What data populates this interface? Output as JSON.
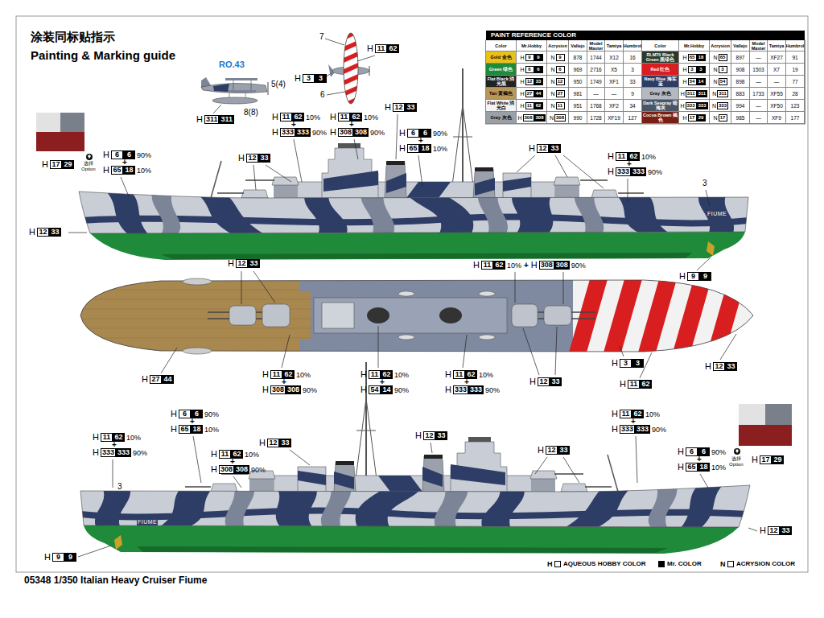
{
  "diagram": {
    "title": "涂装同标贴指示",
    "caption": "05348 1/350 Italian Heavy Cruiser Fiume",
    "labels": [
      "Painting & Marking guide",
      "RO.43",
      "5(4)",
      "8(8)",
      "H",
      "311",
      "311",
      "7",
      "H",
      "11",
      "62",
      "H",
      "3",
      "3",
      "6",
      "PAINT REFERENCE COLOR",
      "Color",
      "Mr.Hobby",
      "Acrysion",
      "Vallejo",
      "Model Master",
      "Tamiya",
      "Humbrol",
      "Color",
      "Mr.Hobby",
      "Acrysion",
      "Vallejo",
      "Model Master",
      "Tamiya",
      "Humbrol",
      "H",
      "9",
      "9",
      "N",
      "9",
      "878",
      "1744",
      "X12",
      "16",
      "H",
      "65",
      "18",
      "N",
      "65",
      "897",
      "—",
      "XF27",
      "91",
      "H",
      "6",
      "6",
      "N",
      "6",
      "969",
      "2716",
      "X5",
      "3",
      "H",
      "3",
      "3",
      "N",
      "3",
      "908",
      "1503",
      "X7",
      "19",
      "H",
      "12",
      "33",
      "N",
      "12",
      "950",
      "1749",
      "XF1",
      "33",
      "H",
      "54",
      "14",
      "N",
      "54",
      "898",
      "—",
      "—",
      "77",
      "H",
      "27",
      "44",
      "N",
      "27",
      "981",
      "—",
      "—",
      "9",
      "H",
      "311",
      "311",
      "N",
      "311",
      "883",
      "1733",
      "XF55",
      "28",
      "H",
      "11",
      "62",
      "N",
      "11",
      "951",
      "1768",
      "XF2",
      "34",
      "H",
      "333",
      "333",
      "N",
      "333",
      "994",
      "—",
      "XF50",
      "123",
      "H",
      "308",
      "308",
      "N",
      "308",
      "990",
      "1728",
      "XF19",
      "127",
      "H",
      "17",
      "29",
      "N",
      "17",
      "985",
      "—",
      "XF9",
      "177",
      "H",
      "17",
      "29",
      "选择",
      "Option",
      "H",
      "6",
      "6",
      "90%",
      "+",
      "H",
      "65",
      "18",
      "10%",
      "H",
      "11",
      "62",
      "10%",
      "+",
      "H",
      "333",
      "333",
      "90%",
      "H",
      "11",
      "62",
      "10%",
      "+",
      "H",
      "308",
      "308",
      "90%",
      "H",
      "12",
      "33",
      "H",
      "6",
      "6",
      "90%",
      "+",
      "H",
      "65",
      "18",
      "10%",
      "H",
      "12",
      "33",
      "H",
      "12",
      "33",
      "H",
      "11",
      "62",
      "10%",
      "+",
      "H",
      "333",
      "333",
      "90%",
      "3",
      "FIUME",
      "H",
      "12",
      "33",
      "H",
      "9",
      "9",
      "H",
      "12",
      "33",
      "H",
      "11",
      "62",
      "10%",
      "+",
      "H",
      "308",
      "308",
      "90%",
      "H",
      "27",
      "44",
      "H",
      "11",
      "62",
      "10%",
      "+",
      "H",
      "308",
      "308",
      "90%",
      "H",
      "11",
      "62",
      "10%",
      "+",
      "H",
      "54",
      "14",
      "90%",
      "H",
      "11",
      "62",
      "10%",
      "+",
      "H",
      "333",
      "333",
      "90%",
      "H",
      "12",
      "33",
      "H",
      "3",
      "3",
      "H",
      "11",
      "62",
      "H",
      "12",
      "33",
      "H",
      "6",
      "6",
      "90%",
      "+",
      "H",
      "65",
      "18",
      "10%",
      "H",
      "11",
      "62",
      "10%",
      "+",
      "H",
      "333",
      "333",
      "90%",
      "H",
      "11",
      "62",
      "10%",
      "+",
      "H",
      "308",
      "308",
      "90%",
      "H",
      "12",
      "33",
      "H",
      "12",
      "33",
      "H",
      "12",
      "33",
      "H",
      "11",
      "62",
      "10%",
      "+",
      "H",
      "333",
      "333",
      "90%",
      "H",
      "6",
      "6",
      "90%",
      "+",
      "H",
      "65",
      "18",
      "10%",
      "选择",
      "Option",
      "H",
      "17",
      "29",
      "3",
      "FIUME",
      "H",
      "12",
      "33",
      "H",
      "9",
      "9",
      "H",
      "N"
    ],
    "legend": [
      {
        "text": "Gold 金色",
        "color": "#e8c21a"
      },
      {
        "text": "Green 绿色",
        "color": "#1f8a3a"
      },
      {
        "text": "Flat Black 消光黑",
        "color": "#222222"
      },
      {
        "text": "Tan 黄褐色",
        "color": "#b8975a"
      },
      {
        "text": "Flat White 消光白",
        "color": "#f4f4f4"
      },
      {
        "text": "Gray 灰色",
        "color": "#9aa0a8"
      },
      {
        "text": "RLM70 Black Green 黑绿色",
        "color": "#2c3a2a"
      },
      {
        "text": "Red 红色",
        "color": "#d81e1e"
      },
      {
        "text": "Navy Blue 海军蓝",
        "color": "#2e3d66"
      },
      {
        "text": "Gray 灰色",
        "color": "#b4b9c1"
      },
      {
        "text": "Dark Seagray 暗海灰",
        "color": "#4b5563"
      },
      {
        "text": "Cocoa Brown 褐色",
        "color": "#7a1f14"
      },
      {
        "text": "AQUEOUS HOBBY COLOR"
      },
      {
        "text": "Mr. COLOR"
      },
      {
        "text": "ACRYSION COLOR"
      }
    ]
  }
}
